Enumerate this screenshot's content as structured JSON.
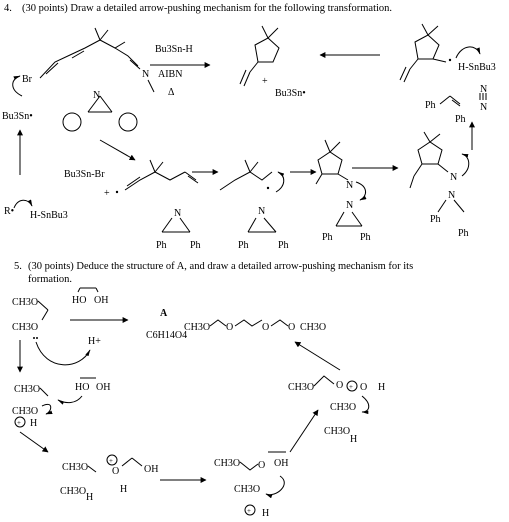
{
  "q4": {
    "number": "4.",
    "text": "(30 points) Draw a detailed arrow-pushing mechanism for the following transformation.",
    "reagent1": "Bu3Sn-H",
    "reagent2": "AIBN",
    "heat": "Δ",
    "plus": "+",
    "product_radical": "Bu3Sn•",
    "br": "Br",
    "bu3sn_left": "Bu3Sn•",
    "bu3snbr": "Bu3Sn-Br",
    "r_radical": "R•",
    "h_snbu3": "H-SnBu3",
    "h_snbu3_top": "H-SnBu3",
    "N": "N",
    "Ph": "Ph"
  },
  "q5": {
    "number": "5.",
    "text_line1": "(30 points) Deduce the structure of A, and draw a detailed arrow-pushing mechanism for its",
    "text_line2": "formation.",
    "A_label": "A",
    "A_formula": "C6H14O4",
    "H_plus": "H+",
    "CH3O": "CH3O",
    "OH": "OH",
    "HO": "HO",
    "H": "H",
    "O": "O"
  }
}
